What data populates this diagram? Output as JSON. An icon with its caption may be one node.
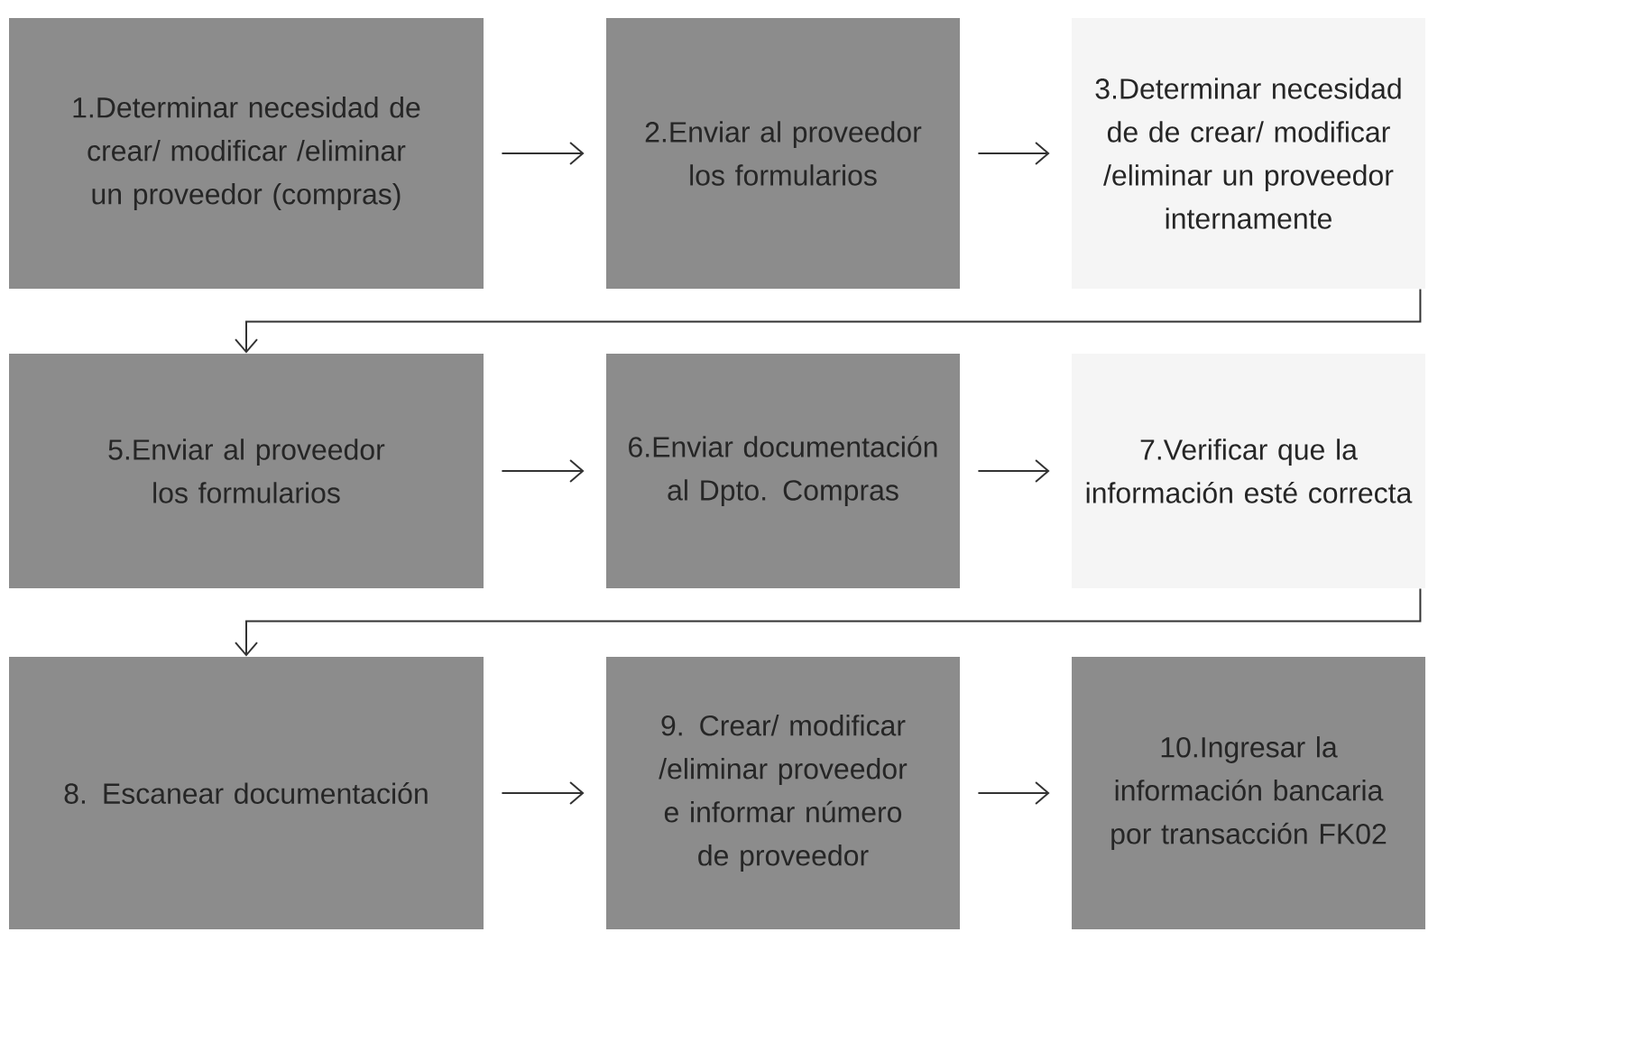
{
  "diagram": {
    "nodes": [
      {
        "text": [
          "1.Determinar necesidad de crear/ modificar /eliminar un proveedor (compras)"
        ]
      },
      {
        "text": [
          "2.Enviar al proveedor los formularios"
        ]
      },
      {
        "text": [
          "3.Determinar necesidad de de crear/ modificar /eliminar un proveedor internamente"
        ]
      },
      {
        "text": [
          "5.Enviar al proveedor los formularios"
        ]
      },
      {
        "text": [
          "6.Enviar documentación al Dpto. Compras"
        ]
      },
      {
        "text": [
          "7.Verificar que la información esté correcta"
        ]
      },
      {
        "text": [
          "8. Escanear documentación"
        ]
      },
      {
        "text": [
          "9. Crear/ modificar /eliminar proveedor e informar número de proveedor"
        ]
      },
      {
        "text": [
          "10.Ingresar la información bancaria por transacción FK02"
        ]
      }
    ],
    "edges": [
      {
        "from": 0,
        "to": 1,
        "arrow": "to"
      },
      {
        "from": 1,
        "to": 2,
        "arrow": "to"
      },
      {
        "from": 2,
        "to": 3,
        "arrow": "to"
      },
      {
        "from": 3,
        "to": 4,
        "arrow": "to"
      },
      {
        "from": 4,
        "to": 5,
        "arrow": "to"
      },
      {
        "from": 5,
        "to": 6,
        "arrow": "to"
      },
      {
        "from": 6,
        "to": 7,
        "arrow": "to"
      },
      {
        "from": 7,
        "to": 8,
        "arrow": "to"
      }
    ]
  }
}
